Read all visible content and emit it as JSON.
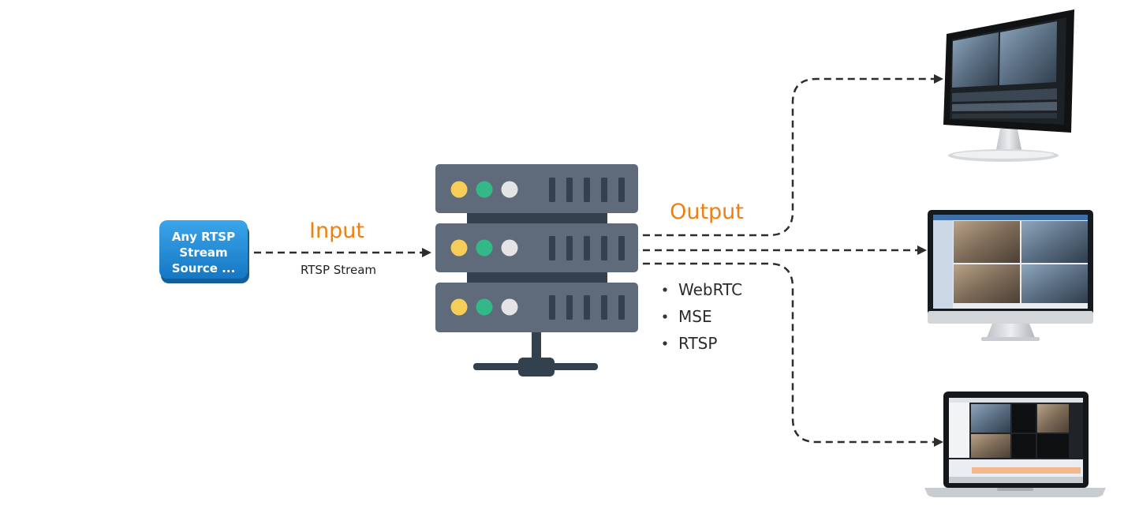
{
  "source": {
    "lines": [
      "Any RTSP",
      "Stream",
      "Source ..."
    ]
  },
  "input": {
    "title": "Input",
    "caption": "RTSP Stream"
  },
  "output": {
    "title": "Output",
    "protocols": [
      "WebRTC",
      "MSE",
      "RTSP"
    ]
  },
  "colors": {
    "accent": "#f07f12",
    "server_body": "#5f6b7a",
    "server_dark": "#33414f",
    "led_yellow": "#f6cd56",
    "led_green": "#32b987",
    "led_white": "#e4e4e4",
    "source_blue": "#1f8fd6",
    "arrow": "#2d2d2d"
  },
  "devices": [
    {
      "kind": "desktop-monitor",
      "icon": "monitor-icon"
    },
    {
      "kind": "all-in-one-monitor",
      "icon": "monitor-icon"
    },
    {
      "kind": "laptop",
      "icon": "laptop-icon"
    }
  ]
}
